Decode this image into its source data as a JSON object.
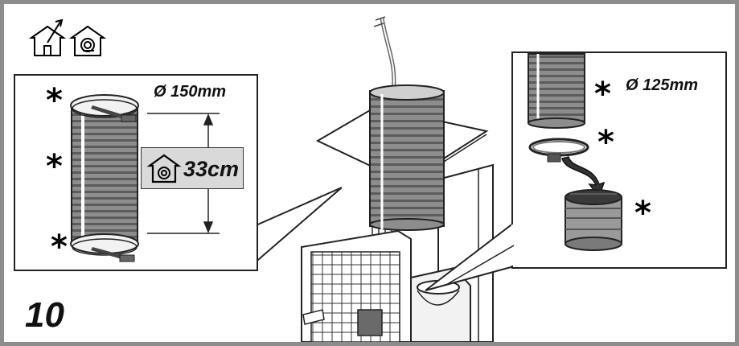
{
  "step_number": "10",
  "left_detail": {
    "diameter": "Ø 150mm",
    "length_label": "33cm"
  },
  "right_detail": {
    "diameter": "Ø 125mm"
  },
  "markers": {
    "asterisk": "*"
  },
  "icons": [
    "ducted-outlet-icon",
    "recirculation-icon"
  ],
  "colors": {
    "frame": "#8c8c8c",
    "badge": "#d9d9d9",
    "duct": "#8a8a8a",
    "duct_dark": "#5a5a5a"
  }
}
